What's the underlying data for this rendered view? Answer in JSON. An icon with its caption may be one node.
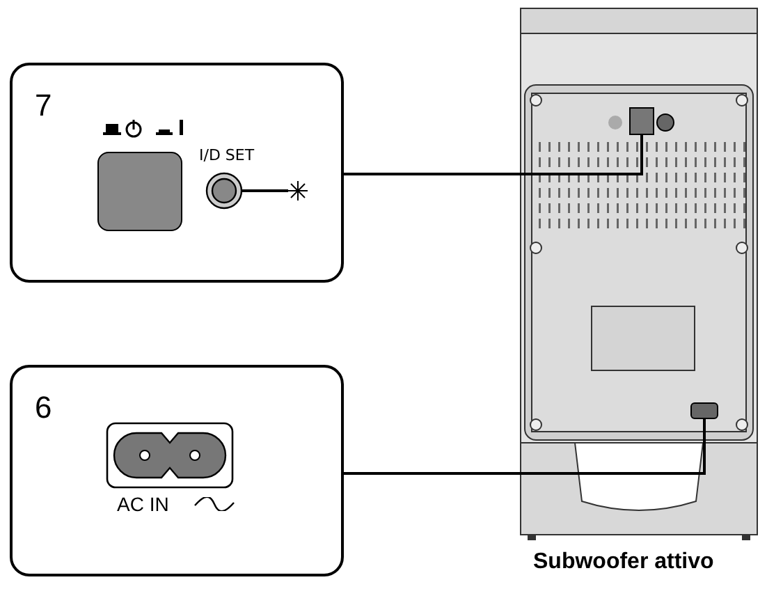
{
  "diagram": {
    "nodes": [
      {
        "text": [
          "7",
          "I/D SET"
        ]
      },
      {
        "text": [
          "6",
          "AC IN"
        ]
      },
      {
        "text": [],
        "shape": "picture",
        "beside": [
          "Subwoofer attivo"
        ]
      },
      {
        "text": [],
        "shape": "box",
        "in": 2
      },
      {
        "text": [],
        "shape": "box",
        "in": 2
      }
    ],
    "edges": [
      {
        "from": 0,
        "to": 3,
        "arrow": "none"
      },
      {
        "from": 1,
        "to": 4,
        "arrow": "none"
      }
    ]
  }
}
